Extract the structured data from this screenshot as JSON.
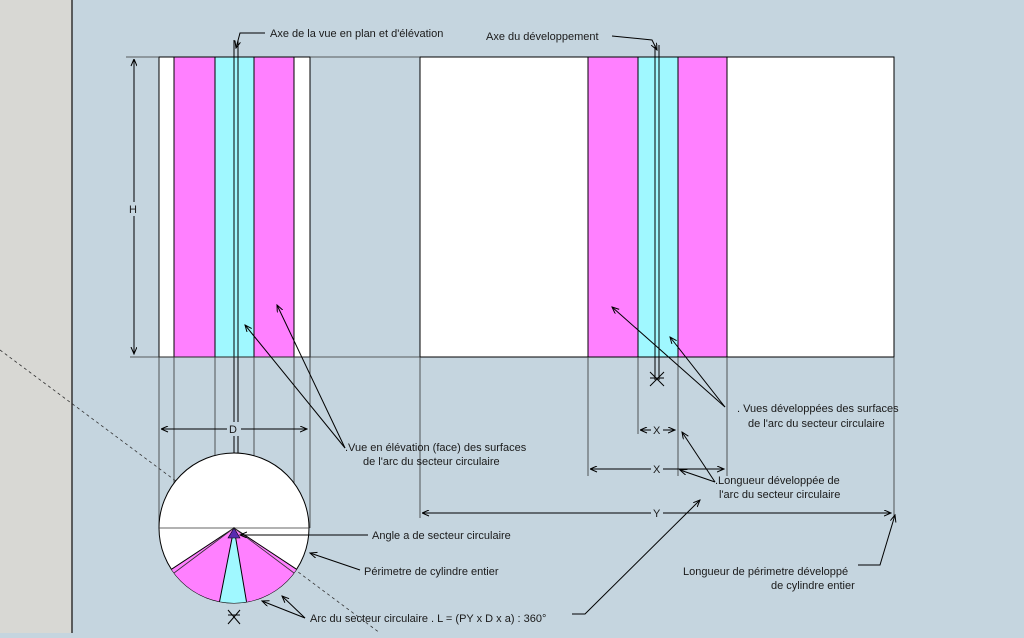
{
  "colors": {
    "background": "#c5d5df",
    "sidebar": "#d8d8d4",
    "magenta": "#ff80ff",
    "cyan": "#a0f8ff",
    "white": "#ffffff",
    "angle": "#5a2bb0"
  },
  "dimensions": {
    "height": "H",
    "diameter": "D",
    "arc_small": "X",
    "arc_large": "X",
    "perimeter": "Y"
  },
  "annotations": {
    "axis_plan": "Axe de la vue en plan et d'élévation",
    "axis_dev": "Axe du développement",
    "elevation_line1": ".Vue en élévation (face) des surfaces",
    "elevation_line2": "de l'arc du secteur circulaire",
    "developed_views_line1": ". Vues développées des  surfaces",
    "developed_views_line2": "de l'arc du secteur circulaire",
    "developed_length_line1": ".Longueur développée de",
    "developed_length_line2": "l'arc du secteur circulaire",
    "perimeter_line1": "Longueur de périmetre développé",
    "perimeter_line2": "de cylindre entier",
    "angle_label": "Angle a de secteur circulaire",
    "cylinder_perimeter": "Périmetre de cylindre entier",
    "arc_formula": "Arc du secteur circulaire . L = (PY x D x a) : 360°"
  }
}
